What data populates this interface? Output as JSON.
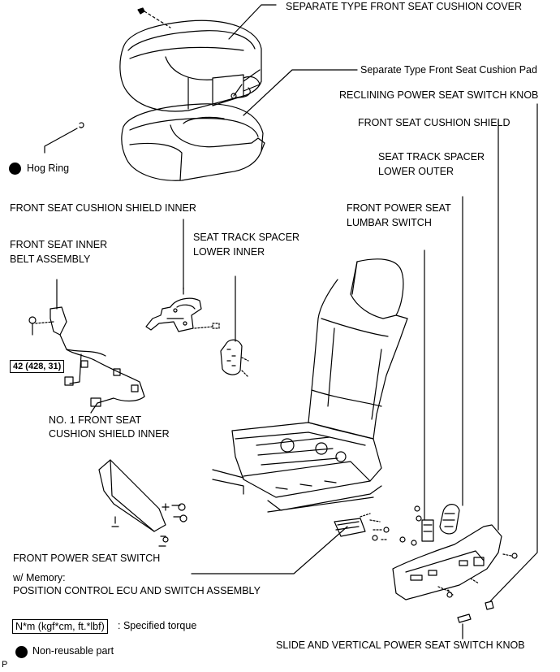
{
  "labels": {
    "cushion_cover": "SEPARATE TYPE FRONT SEAT CUSHION COVER",
    "cushion_pad": "Separate Type Front Seat Cushion Pad",
    "reclining_knob": "RECLINING POWER SEAT SWITCH KNOB",
    "cushion_shield": "FRONT SEAT CUSHION SHIELD",
    "hog_ring": "Hog Ring",
    "spacer_outer_1": "SEAT TRACK SPACER",
    "spacer_outer_2": "LOWER OUTER",
    "shield_inner": "FRONT SEAT CUSHION SHIELD INNER",
    "lumbar_1": "FRONT POWER SEAT",
    "lumbar_2": "LUMBAR SWITCH",
    "belt_1": "FRONT SEAT INNER",
    "belt_2": "BELT ASSEMBLY",
    "spacer_inner_1": "SEAT TRACK SPACER",
    "spacer_inner_2": "LOWER INNER",
    "no1_shield_1": "NO. 1 FRONT SEAT",
    "no1_shield_2": "CUSHION SHIELD INNER",
    "power_switch": "FRONT POWER SEAT SWITCH",
    "memory_1": "w/ Memory:",
    "memory_2": "POSITION CONTROL ECU AND SWITCH ASSEMBLY",
    "slide_knob": "SLIDE AND VERTICAL POWER SEAT SWITCH KNOB",
    "corner_mark": "P"
  },
  "torque": {
    "belt_bolt": "42 (428, 31)"
  },
  "legend": {
    "torque_box": "N*m (kgf*cm, ft.*lbf)",
    "torque_text": ": Specified torque",
    "nonreusable_text": "Non-reusable part"
  }
}
